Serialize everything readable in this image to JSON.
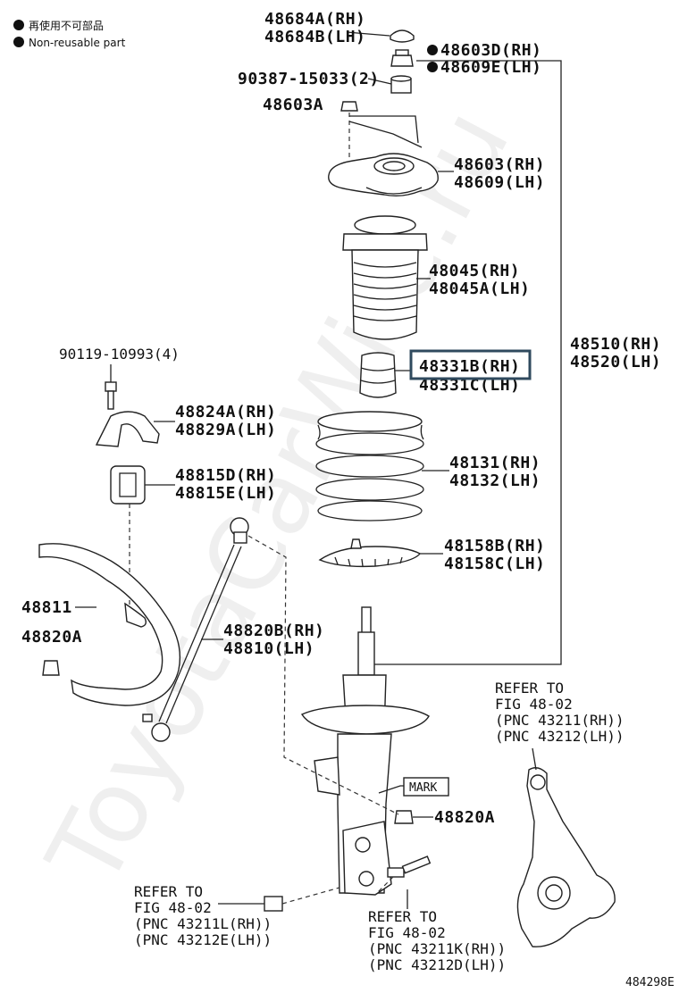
{
  "legend": {
    "chinese": "再使用不可部品",
    "english": "Non-reusable part"
  },
  "watermark": "ToyotaCarWire.ru",
  "figure_id": "484298E",
  "labels": {
    "p48684a": "48684A(RH)",
    "p48684b": "48684B(LH)",
    "p48603d": "48603D(RH)",
    "p48609e": "48609E(LH)",
    "p90387": "90387-15033(2)",
    "p48603a": "48603A",
    "p48603": "48603(RH)",
    "p48609": "48609(LH)",
    "p48045": "48045(RH)",
    "p48045a": "48045A(LH)",
    "p48510": "48510(RH)",
    "p48520": "48520(LH)",
    "p48331b": "48331B(RH)",
    "p48331c": "48331C(LH)",
    "p90119": "90119-10993(4)",
    "p48824a": "48824A(RH)",
    "p48829a": "48829A(LH)",
    "p48131": "48131(RH)",
    "p48132": "48132(LH)",
    "p48815d": "48815D(RH)",
    "p48815e": "48815E(LH)",
    "p48158b": "48158B(RH)",
    "p48158c": "48158C(LH)",
    "p48811": "48811",
    "p48820a_left": "48820A",
    "p48820b": "48820B(RH)",
    "p48810": "48810(LH)",
    "p48820a_right": "48820A",
    "mark": "MARK"
  },
  "refer_knuckle": [
    "REFER TO",
    "FIG 48-02",
    "(PNC 43211(RH))",
    "(PNC 43212(LH))"
  ],
  "refer_left": [
    "REFER TO",
    "FIG 48-02",
    "(PNC 43211L(RH))",
    "(PNC 43212E(LH))"
  ],
  "refer_bottom": [
    "REFER TO",
    "FIG 48-02",
    "(PNC 43211K(RH))",
    "(PNC 43212D(LH))"
  ],
  "highlight_color": "#2f4a5e"
}
